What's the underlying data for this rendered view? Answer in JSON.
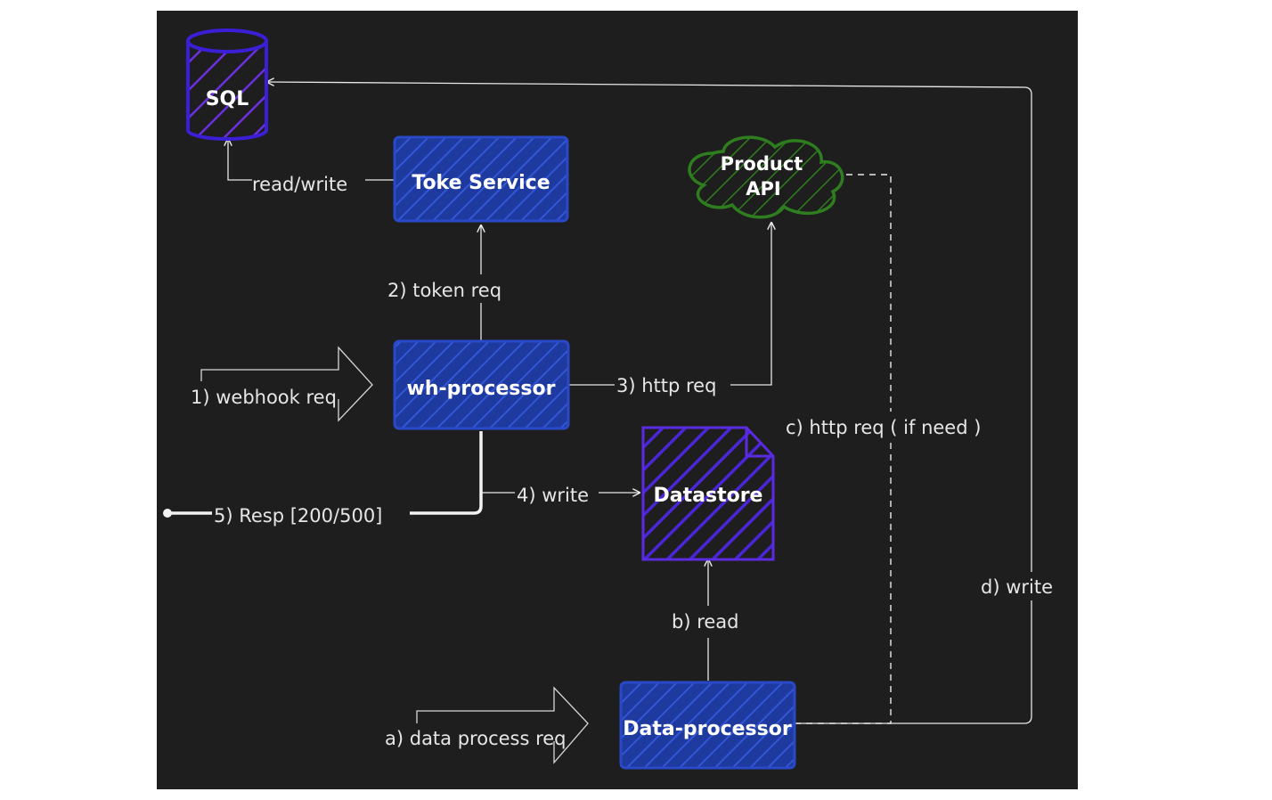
{
  "diagram": {
    "nodes": {
      "sql": {
        "label": "SQL"
      },
      "token_service": {
        "label": "Toke Service"
      },
      "product_api": {
        "line1": "Product",
        "line2": "API"
      },
      "wh_processor": {
        "label": "wh-processor"
      },
      "datastore": {
        "label": "Datastore"
      },
      "data_processor": {
        "label": "Data-processor"
      }
    },
    "edges": {
      "read_write": "read/write",
      "token_req": "2) token req",
      "webhook_req": "1) webhook req",
      "http_req": "3) http req",
      "write": "4) write",
      "resp": "5) Resp [200/500]",
      "http_req_if_need": "c) http req ( if need )",
      "d_write": "d) write",
      "b_read": "b) read",
      "data_process_req": "a) data process req"
    }
  },
  "colors": {
    "canvas": "#1e1e1e",
    "service_fill": "#1f3a9e",
    "service_stroke": "#2a49c8",
    "sql_stroke": "#3b1fd6",
    "datastore_fill": "#2f1ea8",
    "datastore_stroke": "#5a2be0",
    "cloud_stroke": "#2e7d1e",
    "cloud_fill": "#143d0c",
    "line": "#e8e8e8"
  }
}
